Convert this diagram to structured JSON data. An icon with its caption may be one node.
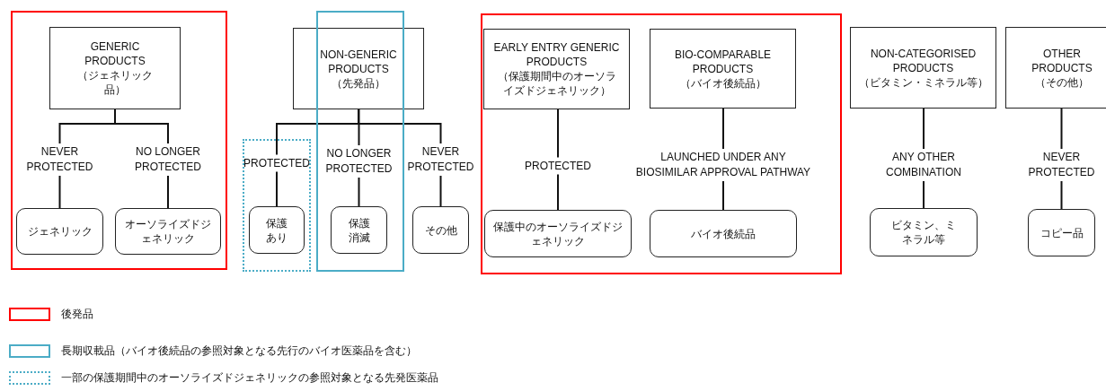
{
  "diagram": {
    "nodes": [
      {
        "text": [
          "GENERIC PRODUCTS",
          "（ジェネリック品）"
        ]
      },
      {
        "text": [
          "NON-GENERIC PRODUCTS",
          "（先発品）"
        ]
      },
      {
        "text": [
          "EARLY ENTRY GENERIC PRODUCTS",
          "（保護期間中のオーソライズドジェネリック）"
        ]
      },
      {
        "text": [
          "BIO-COMPARABLE PRODUCTS",
          "（バイオ後続品）"
        ]
      },
      {
        "text": [
          "NON-CATEGORISED PRODUCTS",
          "（ビタミン・ミネラル等）"
        ]
      },
      {
        "text": [
          "OTHER PRODUCTS",
          "（その他）"
        ]
      },
      {
        "text": [
          "ジェネリック"
        ]
      },
      {
        "text": [
          "オーソライズドジェネリック"
        ]
      },
      {
        "text": [
          "保護あり"
        ]
      },
      {
        "text": [
          "保護消滅"
        ]
      },
      {
        "text": [
          "その他"
        ]
      },
      {
        "text": [
          "保護中のオーソライズドジェネリック"
        ]
      },
      {
        "text": [
          "バイオ後続品"
        ]
      },
      {
        "text": [
          "ビタミン、ミネラル等"
        ]
      },
      {
        "text": [
          "コピー品"
        ]
      }
    ],
    "edges": [
      {
        "from": 0,
        "to": 6,
        "arrow": "none",
        "label": "NEVER PROTECTED"
      },
      {
        "from": 0,
        "to": 7,
        "arrow": "none",
        "label": "NO LONGER PROTECTED"
      },
      {
        "from": 1,
        "to": 8,
        "arrow": "none",
        "label": "PROTECTED"
      },
      {
        "from": 1,
        "to": 9,
        "arrow": "none",
        "label": "NO LONGER PROTECTED"
      },
      {
        "from": 1,
        "to": 10,
        "arrow": "none",
        "label": "NEVER PROTECTED"
      },
      {
        "from": 2,
        "to": 11,
        "arrow": "none",
        "label": "PROTECTED"
      },
      {
        "from": 3,
        "to": 12,
        "arrow": "none",
        "label": "LAUNCHED UNDER ANY BIOSIMILAR APPROVAL PATHWAY"
      },
      {
        "from": 4,
        "to": 13,
        "arrow": "none",
        "label": "ANY OTHER COMBINATION"
      },
      {
        "from": 5,
        "to": 14,
        "arrow": "none",
        "label": "NEVER PROTECTED"
      }
    ],
    "legend": [
      {
        "text": "後発品",
        "color": "#ff0000"
      },
      {
        "text": "長期収載品（バイオ後続品の参照対象となる先行のバイオ医薬品を含む）",
        "color": "#4bacc6"
      },
      {
        "text": "一部の保護期間中のオーソライズドジェネリックの参照対象となる先発医薬品",
        "color": "#4bacc6"
      }
    ]
  }
}
